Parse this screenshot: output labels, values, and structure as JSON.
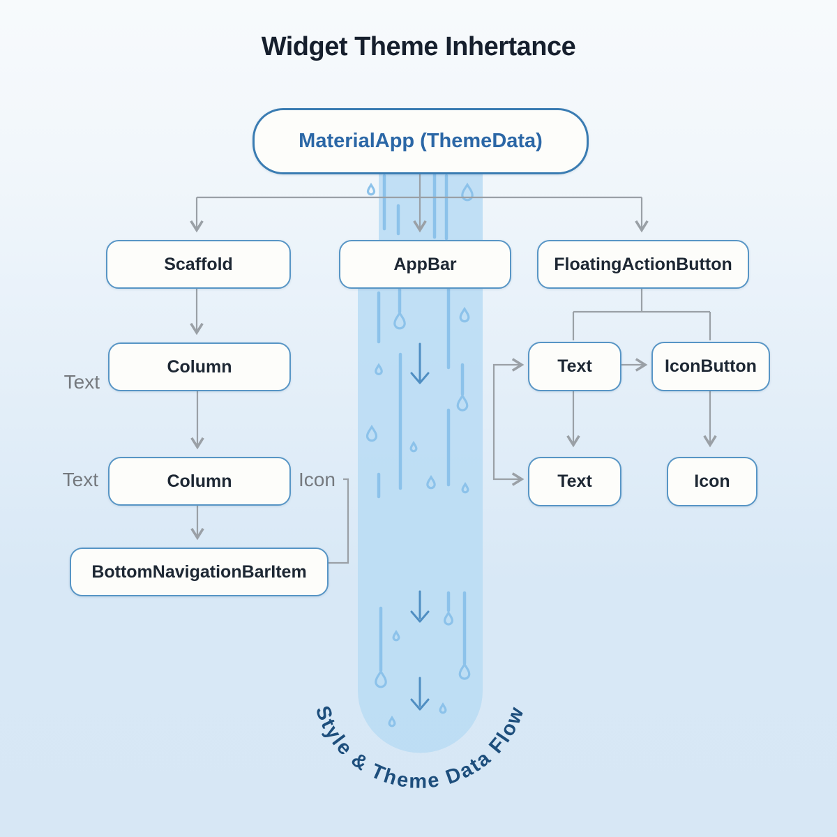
{
  "title": "Widget Theme Inhertance",
  "nodes": {
    "materialapp": {
      "label": "MaterialApp (ThemeData)"
    },
    "scaffold": {
      "label": "Scaffold"
    },
    "appbar": {
      "label": "AppBar"
    },
    "floating_action_button": {
      "label": "FloatingActionButton"
    },
    "column_1": {
      "label": "Column"
    },
    "column_2": {
      "label": "Column"
    },
    "bottom_navigation_bar_item": {
      "label": "BottomNavigationBarItem"
    },
    "fab_text_1": {
      "label": "Text"
    },
    "icon_button": {
      "label": "IconButton"
    },
    "fab_text_2": {
      "label": "Text"
    },
    "icon": {
      "label": "Icon"
    }
  },
  "annotations": {
    "column_1_side_label": "Text",
    "column_2_side_label": "Text",
    "icon_side_label": "Icon"
  },
  "stream": {
    "caption": "Style & Theme Data Flow"
  },
  "colors": {
    "node_border": "#5795c5",
    "root_border": "#3a7cb2",
    "root_text": "#2b67a6",
    "node_text": "#1d2733",
    "connector_gray": "#9aa0a6",
    "stream_fill": "#b9dcf4",
    "stream_detail": "#8cc2ea",
    "stream_arrow": "#4f8ec2",
    "caption_text": "#1d4e7c",
    "title_text": "#161f2d",
    "side_label_text": "#75797e"
  }
}
